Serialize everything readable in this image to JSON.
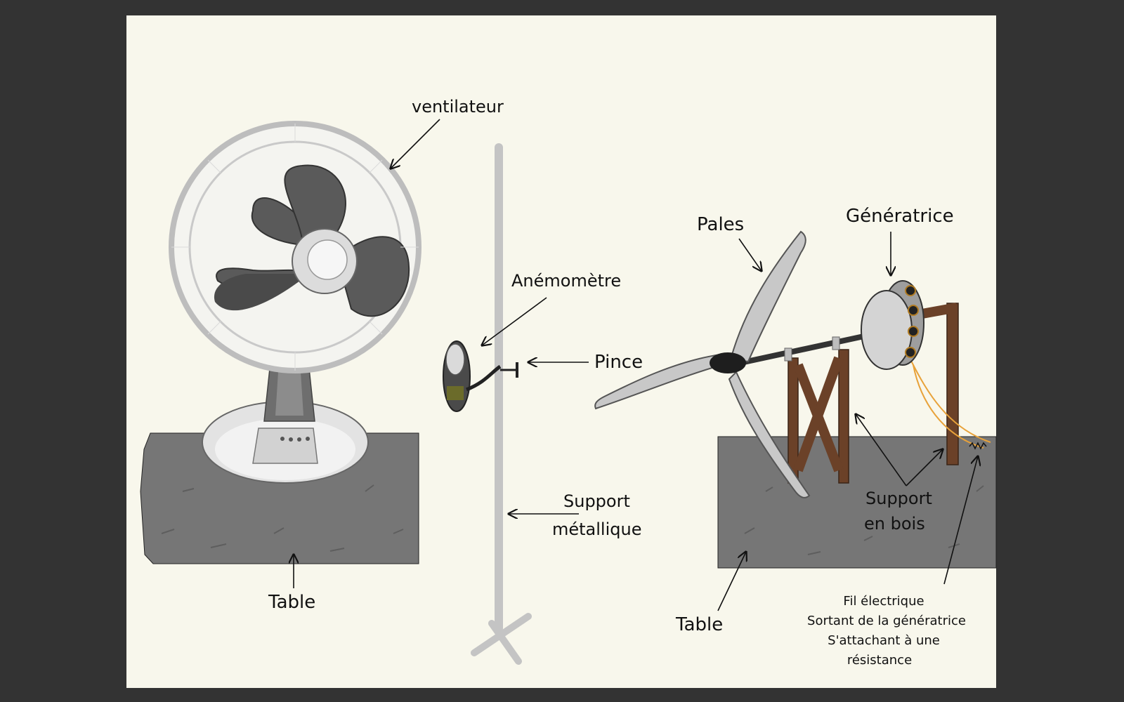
{
  "diagram": {
    "labels": {
      "fan": "ventilateur",
      "anemometer": "Anémomètre",
      "clamp": "Pince",
      "metal_support_line1": "Support",
      "metal_support_line2": "métallique",
      "table_left": "Table",
      "blades": "Pales",
      "generator": "Génératrice",
      "wood_support_line1": "Support",
      "wood_support_line2": "en bois",
      "table_right": "Table",
      "wire_line1": "Fil électrique",
      "wire_line2": "Sortant de la génératrice",
      "wire_line3": "S'attachant à une",
      "wire_line4": "résistance"
    },
    "colors": {
      "frame": "#333333",
      "paper": "#F8F7EC",
      "table": "#767676",
      "wood": "#6B4128",
      "wire": "#E8A23A",
      "blade": "#C8C8C8",
      "fan_dark": "#5A5A5A"
    }
  }
}
